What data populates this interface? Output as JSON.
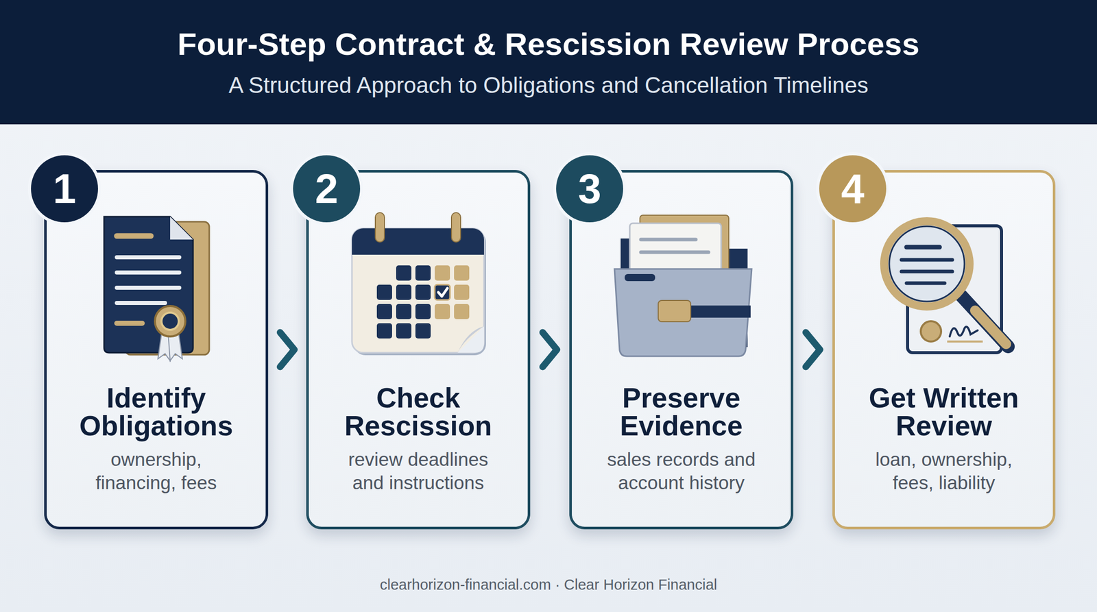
{
  "diagram": {
    "title": "Four-Step Contract & Rescission Review Process",
    "nodes": [
      {
        "text": [
          "Identify Obligations",
          "ownership, financing, fees"
        ]
      },
      {
        "text": [
          "1"
        ],
        "in": 0
      },
      {
        "text": [
          "Check Rescission",
          "review deadlines and instructions"
        ]
      },
      {
        "text": [
          "2"
        ],
        "in": 2
      },
      {
        "text": [
          "Preserve Evidence",
          "sales records and account history"
        ]
      },
      {
        "text": [
          "3"
        ],
        "in": 4
      },
      {
        "text": [
          "Get Written Review",
          "loan, ownership, fees, liability"
        ]
      },
      {
        "text": [
          "4"
        ],
        "in": 6
      }
    ],
    "edges": [
      {
        "from": 0,
        "to": 2,
        "arrow": "to"
      },
      {
        "from": 2,
        "to": 4,
        "arrow": "to"
      },
      {
        "from": 4,
        "to": 6,
        "arrow": "to"
      }
    ],
    "labels": [
      "A Structured Approach to Obligations and Cancellation Timelines",
      "clearhorizon-financial.com · Clear Horizon Financial"
    ]
  }
}
